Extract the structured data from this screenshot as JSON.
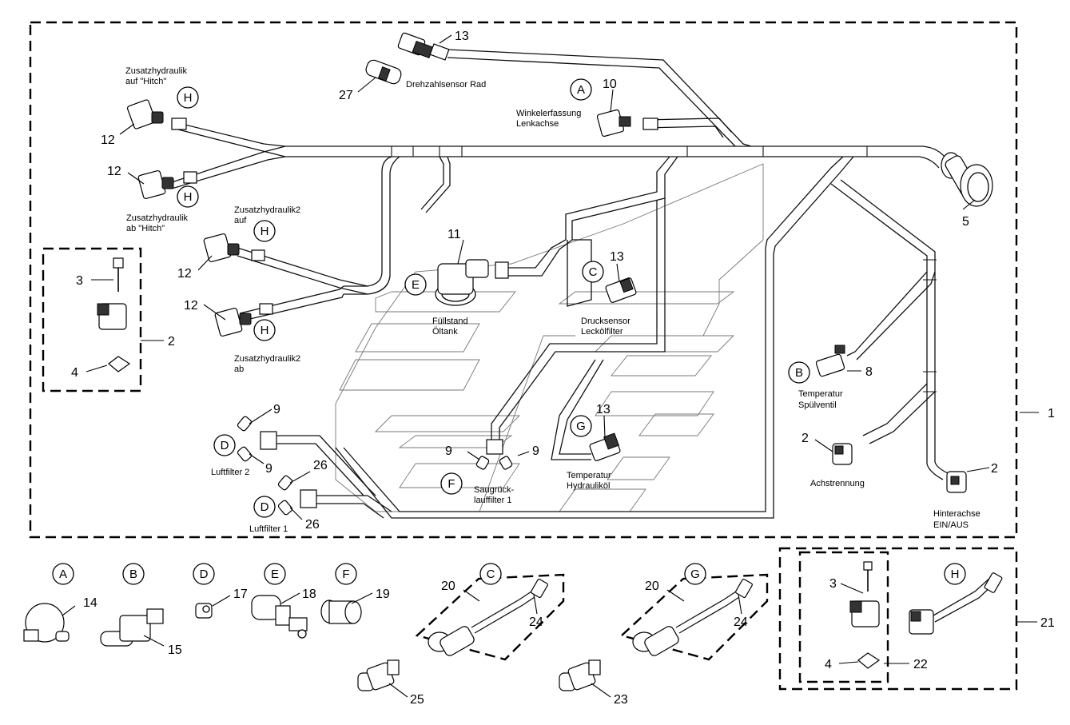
{
  "parts": {
    "n1": "1",
    "n2a": "2",
    "n2b": "2",
    "n2c": "2",
    "n3a": "3",
    "n3b": "3",
    "n4a": "4",
    "n4b": "4",
    "n5": "5",
    "n8": "8",
    "n9a": "9",
    "n9b": "9",
    "n9c": "9",
    "n9d": "9",
    "n10": "10",
    "n11": "11",
    "n12a": "12",
    "n12b": "12",
    "n12c": "12",
    "n12d": "12",
    "n13a": "13",
    "n13b": "13",
    "n13c": "13",
    "n14": "14",
    "n15": "15",
    "n17": "17",
    "n18": "18",
    "n19": "19",
    "n20a": "20",
    "n20b": "20",
    "n21": "21",
    "n22": "22",
    "n23": "23",
    "n24a": "24",
    "n24b": "24",
    "n25": "25",
    "n26a": "26",
    "n26b": "26",
    "n27": "27"
  },
  "letters": {
    "A": "A",
    "B": "B",
    "C": "C",
    "D": "D",
    "E": "E",
    "F": "F",
    "G": "G",
    "H": "H"
  },
  "labels": {
    "drehzahl": "Drehzahlsensor Rad",
    "winkel1": "Winkelerfassung",
    "winkel2": "Lenkachse",
    "zh_auf1": "Zusatzhydraulik",
    "zh_auf2": "auf \"Hitch\"",
    "zh_ab1": "Zusatzhydraulik",
    "zh_ab2": "ab \"Hitch\"",
    "zh2_auf1": "Zusatzhydraulik2",
    "zh2_auf2": "auf",
    "zh2_ab1": "Zusatzhydraulik2",
    "zh2_ab2": "ab",
    "fuell1": "Füllstand",
    "fuell2": "Öltank",
    "druck1": "Drucksensor",
    "druck2": "Leckölfilter",
    "temp_sp1": "Temperatur",
    "temp_sp2": "Spülventil",
    "achs": "Achstrennung",
    "hinter1": "Hinterachse",
    "hinter2": "EIN/AUS",
    "luft2": "Luftfilter 2",
    "luft1": "Luftfilter 1",
    "saug1": "Saugrück-",
    "saug2": "lauffilter 1",
    "temp_hy1": "Temperatur",
    "temp_hy2": "Hydrauliköl"
  }
}
